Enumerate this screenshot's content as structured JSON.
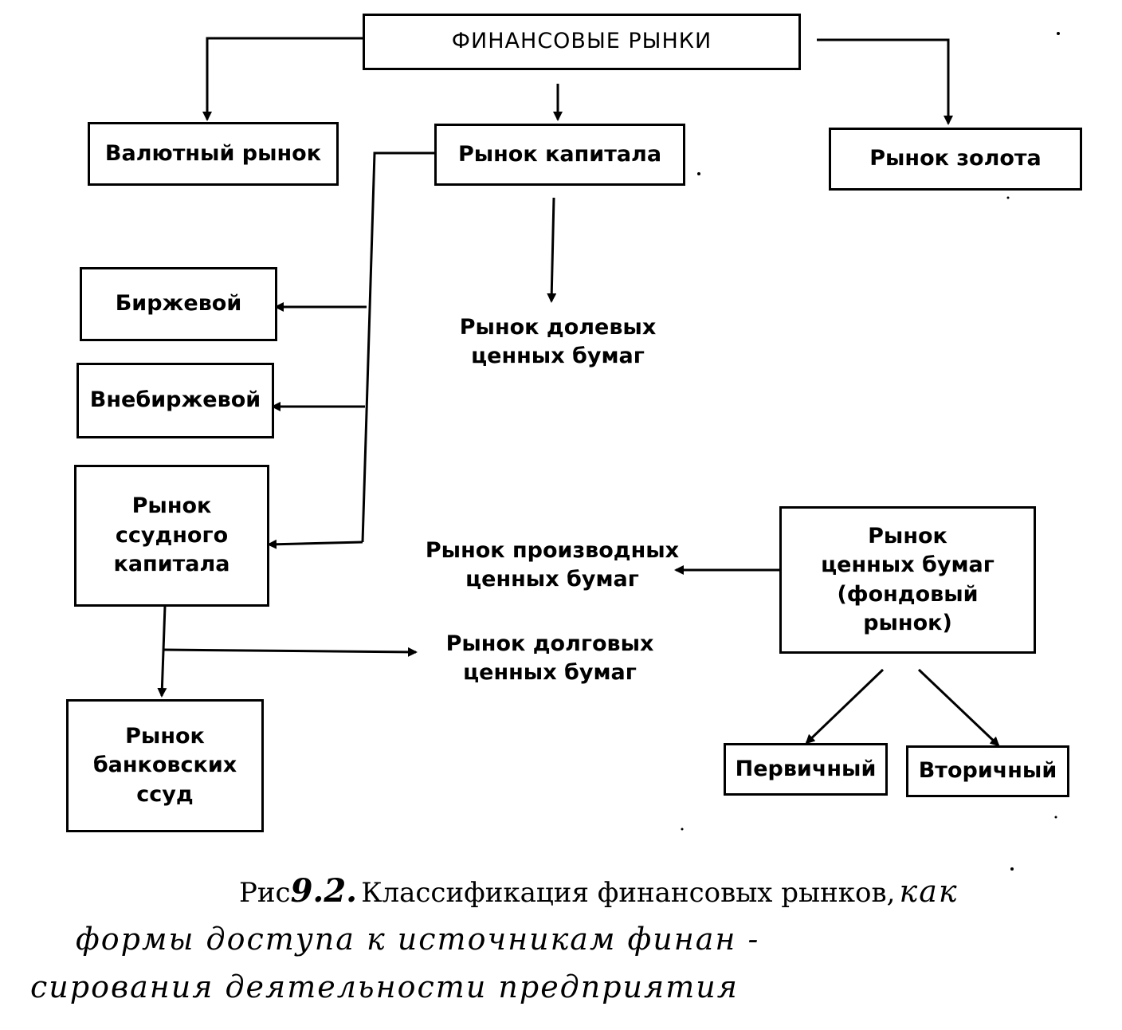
{
  "diagram": {
    "nodes": {
      "financial_markets": "ФИНАНСОВЫЕ РЫНКИ",
      "currency_market": "Валютный рынок",
      "capital_market": "Рынок капитала",
      "gold_market": "Рынок золота",
      "exchange": "Биржевой",
      "otc": "Внебиржевой",
      "loan_capital_market": "Рынок\nссудного\nкапитала",
      "bank_loans_market": "Рынок\nбанковских\nссуд",
      "securities_market": "Рынок\nценных бумаг\n(фондовый\nрынок)",
      "primary": "Первичный",
      "secondary": "Вторичный"
    },
    "labels": {
      "equity_securities": "Рынок долевых\nценных бумаг",
      "derivative_securities": "Рынок производных\nценных бумаг",
      "debt_securities": "Рынок долговых\nценных бумаг"
    }
  },
  "caption": {
    "prefix": "Рис",
    "number": "9.2.",
    "text": "Классификация финансовых рынков,"
  },
  "handwritten_note": {
    "line1": "как",
    "line2": "формы доступа к источникам финан -",
    "line3": "сирования деятельности предприятия"
  }
}
